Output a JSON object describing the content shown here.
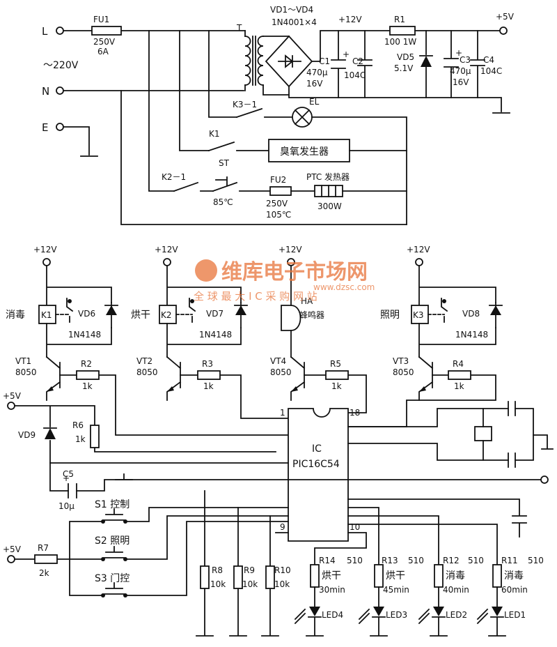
{
  "mains": {
    "L": "L",
    "N": "N",
    "E": "E",
    "voltage": "～220V",
    "fuse1_name": "FU1",
    "fuse1_v": "250V",
    "fuse1_a": "6A",
    "transformer": "T",
    "bridge_name": "VD1～VD4",
    "bridge_part": "1N4001×4",
    "plus12": "+12V",
    "plus5": "+5V",
    "c1_name": "C1",
    "c1_val": "470μ",
    "c1_v": "16V",
    "c2_name": "C2",
    "c2_val": "104C",
    "r1_name": "R1",
    "r1_val": "100 1W",
    "vd5_name": "VD5",
    "vd5_val": "5.1V",
    "c3_name": "C3",
    "c3_val": "470μ",
    "c3_v": "16V",
    "c4_name": "C4",
    "c4_val": "104C",
    "k3_contact": "K3－1",
    "lamp": "EL",
    "k1_contact": "K1",
    "ozone": "臭氧发生器",
    "k21_contact": "K2－1",
    "st": "ST",
    "st_temp": "85℃",
    "fuse2_name": "FU2",
    "fuse2_v": "250V",
    "fuse2_t": "105℃",
    "ptc": "PTC 发热器",
    "ptc_w": "300W"
  },
  "drivers": {
    "plus12": "+12V",
    "k1_label": "消毒",
    "k1": "K1",
    "vd6": "VD6",
    "vd6_part": "1N4148",
    "vt1": "VT1",
    "vt1_part": "8050",
    "r2": "R2",
    "r2_val": "1k",
    "k2_label": "烘干",
    "k2": "K2",
    "vd7": "VD7",
    "vd7_part": "1N4148",
    "vt2": "VT2",
    "vt2_part": "8050",
    "r3": "R3",
    "r3_val": "1k",
    "ha": "HA",
    "ha_label": "蜂鸣器",
    "vt4": "VT4",
    "vt4_part": "8050",
    "r5": "R5",
    "r5_val": "1k",
    "k3_label": "照明",
    "k3": "K3",
    "vd8": "VD8",
    "vd8_part": "1N4148",
    "vt3": "VT3",
    "vt3_part": "8050",
    "r4": "R4",
    "r4_val": "1k"
  },
  "mcu": {
    "plus5": "+5V",
    "vd9": "VD9",
    "r6": "R6",
    "r6_val": "1k",
    "c5": "C5",
    "c5_val": "10μ",
    "ic": "IC",
    "ic_part": "PIC16C54",
    "pin1": "1",
    "pin18": "18",
    "pin9": "9",
    "pin10": "10",
    "s1": "S1 控制",
    "s2": "S2 照明",
    "s3": "S3 门控",
    "plus5b": "+5V",
    "r7": "R7",
    "r7_val": "2k",
    "r8": "R8",
    "r8_val": "10k",
    "r9": "R9",
    "r9_val": "10k",
    "r10": "R10",
    "r10_val": "10k",
    "r14": "R14",
    "r14_val": "510",
    "r14_lbl": "烘干",
    "r14_t": "30min",
    "led4": "LED4",
    "r13": "R13",
    "r13_val": "510",
    "r13_lbl": "烘干",
    "r13_t": "45min",
    "led3": "LED3",
    "r12": "R12",
    "r12_val": "510",
    "r12_lbl": "消毒",
    "r12_t": "40min",
    "led2": "LED2",
    "r11": "R11",
    "r11_val": "510",
    "r11_lbl": "消毒",
    "r11_t": "60min",
    "led1": "LED1"
  },
  "watermark": {
    "brand": "维库电子市场网",
    "url": "www.dzsc.com",
    "slogan": "全 球 最 大 I C 采 购 网 站"
  }
}
